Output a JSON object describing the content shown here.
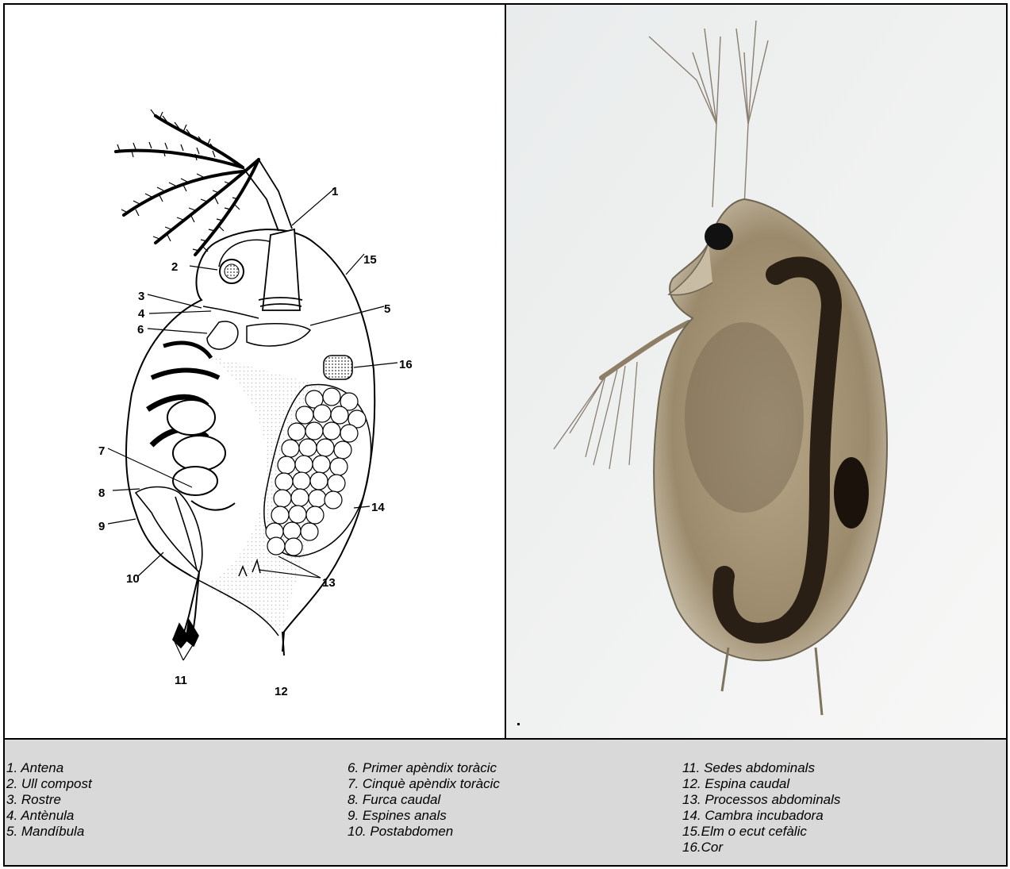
{
  "callouts": [
    "1",
    "2",
    "3",
    "4",
    "5",
    "6",
    "7",
    "8",
    "9",
    "10",
    "11",
    "12",
    "13",
    "14",
    "15",
    "16"
  ],
  "legend": {
    "col1": [
      "1. Antena",
      "2. Ull compost",
      "3. Rostre",
      "4. Antènula",
      "5. Mandíbula"
    ],
    "col2": [
      "6. Primer apèndix toràcic",
      "7. Cinquè apèndix toràcic",
      "8. Furca caudal",
      "9. Espines anals",
      "10. Postabdomen"
    ],
    "col3": [
      "11. Sedes abdominals",
      "12. Espina caudal",
      "13. Processos abdominals",
      "14. Cambra incubadora",
      "15.Elm o ecut cefàlic",
      "16.Cor"
    ]
  }
}
